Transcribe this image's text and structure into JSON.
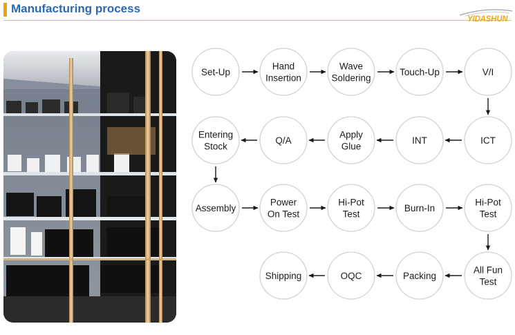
{
  "header": {
    "title": "Manufacturing process",
    "brand": "YIDASHUN",
    "accent_color": "#e8a317",
    "title_color": "#2a6ab3"
  },
  "photo": {
    "subject": "glass-display-cabinet-with-power-adapters"
  },
  "process": {
    "nodes": [
      {
        "id": "setup",
        "lines": [
          "Set-Up"
        ]
      },
      {
        "id": "hand_insertion",
        "lines": [
          "Hand",
          "Insertion"
        ]
      },
      {
        "id": "wave_soldering",
        "lines": [
          "Wave",
          "Soldering"
        ]
      },
      {
        "id": "touch_up",
        "lines": [
          "Touch-Up"
        ]
      },
      {
        "id": "vi",
        "lines": [
          "V/I"
        ]
      },
      {
        "id": "ict",
        "lines": [
          "ICT"
        ]
      },
      {
        "id": "int",
        "lines": [
          "INT"
        ]
      },
      {
        "id": "apply_glue",
        "lines": [
          "Apply",
          "Glue"
        ]
      },
      {
        "id": "qa",
        "lines": [
          "Q/A"
        ]
      },
      {
        "id": "entering_stock",
        "lines": [
          "Entering",
          "Stock"
        ]
      },
      {
        "id": "assembly",
        "lines": [
          "Assembly"
        ]
      },
      {
        "id": "power_on_test",
        "lines": [
          "Power",
          "On Test"
        ]
      },
      {
        "id": "hipot_test_1",
        "lines": [
          "Hi-Pot",
          "Test"
        ]
      },
      {
        "id": "burn_in",
        "lines": [
          "Burn-In"
        ]
      },
      {
        "id": "hipot_test_2",
        "lines": [
          "Hi-Pot",
          "Test"
        ]
      },
      {
        "id": "all_fun_test",
        "lines": [
          "All Fun",
          "Test"
        ]
      },
      {
        "id": "packing",
        "lines": [
          "Packing"
        ]
      },
      {
        "id": "oqc",
        "lines": [
          "OQC"
        ]
      },
      {
        "id": "shipping",
        "lines": [
          "Shipping"
        ]
      }
    ],
    "edges": [
      [
        "setup",
        "hand_insertion"
      ],
      [
        "hand_insertion",
        "wave_soldering"
      ],
      [
        "wave_soldering",
        "touch_up"
      ],
      [
        "touch_up",
        "vi"
      ],
      [
        "vi",
        "ict"
      ],
      [
        "ict",
        "int"
      ],
      [
        "int",
        "apply_glue"
      ],
      [
        "apply_glue",
        "qa"
      ],
      [
        "qa",
        "entering_stock"
      ],
      [
        "entering_stock",
        "assembly"
      ],
      [
        "assembly",
        "power_on_test"
      ],
      [
        "power_on_test",
        "hipot_test_1"
      ],
      [
        "hipot_test_1",
        "burn_in"
      ],
      [
        "burn_in",
        "hipot_test_2"
      ],
      [
        "hipot_test_2",
        "all_fun_test"
      ],
      [
        "all_fun_test",
        "packing"
      ],
      [
        "packing",
        "oqc"
      ],
      [
        "oqc",
        "shipping"
      ]
    ]
  }
}
